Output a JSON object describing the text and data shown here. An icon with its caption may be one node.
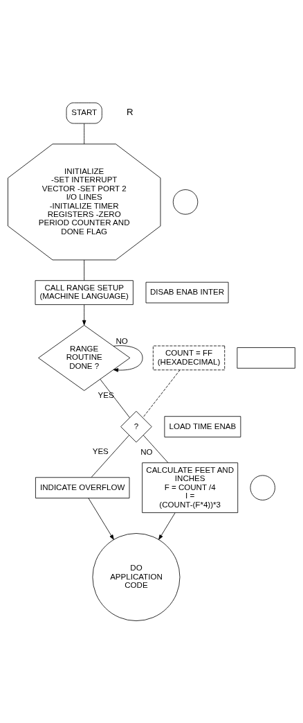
{
  "diagram": {
    "nodes": [
      {
        "text": [
          "START"
        ]
      },
      {
        "text": [
          "INITIALIZE",
          "-SET INTERRUPT VECTOR -SET PORT 2 I/O LINES -INITIALIZE TIMER REGISTERS -ZERO PERIOD COUNTER AND DONE FLAG"
        ]
      },
      {
        "text": [
          "CALL RANGE SETUP (MACHINE LANGUAGE)"
        ]
      },
      {
        "text": [
          "RANGE ROUTINE DONE ?"
        ]
      },
      {
        "text": [
          "?"
        ]
      },
      {
        "text": [
          "COUNT = FF (HEXADECIMAL)"
        ]
      },
      {
        "text": [
          "INDICATE OVERFLOW"
        ]
      },
      {
        "text": [
          "CALCULATE FEET AND INCHES",
          "F = COUNT /4",
          "I = (COUNT-(F*4))*3"
        ]
      },
      {
        "text": [
          "DO APPLICATION CODE"
        ]
      },
      {
        "text": [],
        "shape": "circle"
      },
      {
        "text": [
          "DISAB ENAB INTER"
        ]
      },
      {
        "text": [],
        "shape": "box"
      },
      {
        "text": [
          "LOAD TIME ENAB"
        ]
      },
      {
        "text": [],
        "shape": "circle"
      }
    ],
    "edges": [
      {
        "from": 0,
        "to": 1,
        "arrow": "none"
      },
      {
        "from": 1,
        "to": 2,
        "arrow": "none"
      },
      {
        "from": 2,
        "to": 3,
        "arrow": "to"
      },
      {
        "from": 3,
        "to": 3,
        "arrow": "to",
        "label": "NO"
      },
      {
        "from": 3,
        "to": 4,
        "arrow": "none",
        "label": "YES"
      },
      {
        "from": 5,
        "to": 4,
        "arrow": "none",
        "style": "dashed"
      },
      {
        "from": 4,
        "to": 6,
        "arrow": "none",
        "label": "YES"
      },
      {
        "from": 4,
        "to": 7,
        "arrow": "none",
        "label": "NO"
      },
      {
        "from": 6,
        "to": 8,
        "arrow": "to"
      },
      {
        "from": 7,
        "to": 8,
        "arrow": "to"
      }
    ],
    "labels": [
      "R"
    ]
  }
}
